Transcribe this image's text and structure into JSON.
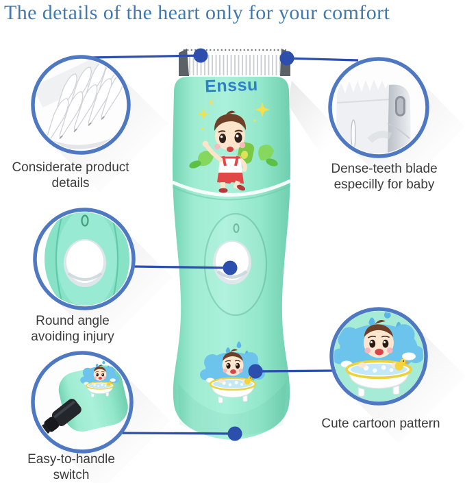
{
  "title": "The details of the heart only for your comfort",
  "brand": "Enssu",
  "callouts": {
    "considerate": {
      "lines": [
        "Considerate product",
        "details"
      ],
      "icon": "clipper-teeth-icon"
    },
    "dense_blade": {
      "lines": [
        "Dense-teeth blade",
        "especilly for baby"
      ],
      "icon": "blade-corner-icon"
    },
    "round_angle": {
      "lines": [
        "Round angle",
        "avoiding injury"
      ],
      "icon": "round-button-icon"
    },
    "easy_switch": {
      "lines": [
        "Easy-to-handle",
        "switch"
      ],
      "icon": "power-plug-icon"
    },
    "cartoon": {
      "lines": [
        "Cute cartoon pattern"
      ],
      "icon": "baby-bath-icon"
    }
  },
  "colors": {
    "title_blue": "#4179ae",
    "circle_border": "#4e78c2",
    "connector_blue": "#2c4fae",
    "body_mint": "#8fe7cb",
    "logo_blue": "#2e82c4"
  }
}
